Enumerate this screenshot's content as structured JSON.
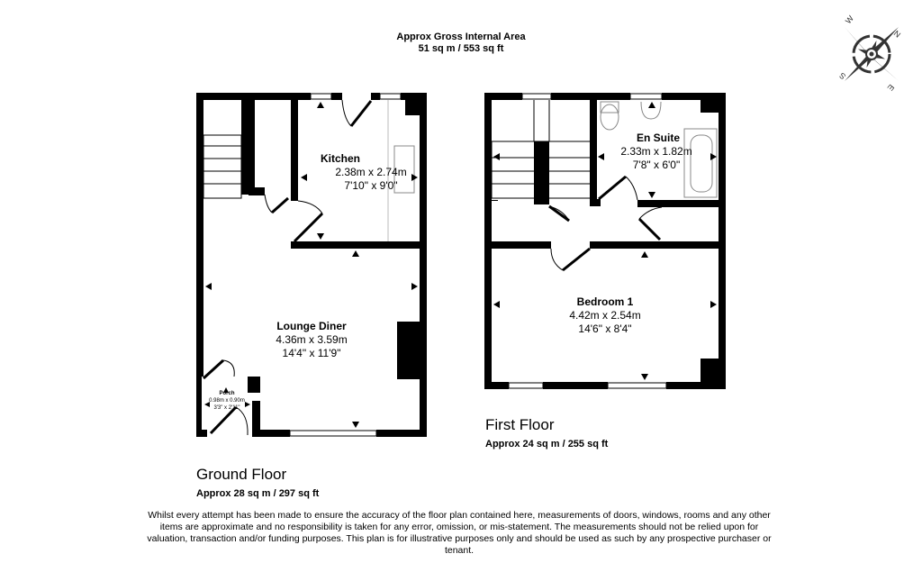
{
  "header": {
    "title": "Approx Gross Internal Area",
    "area": "51 sq m / 553 sq ft"
  },
  "compass": {
    "icon": "compass-rose-icon",
    "labels": {
      "n": "N",
      "e": "E",
      "s": "S",
      "w": "W"
    }
  },
  "ground_floor": {
    "name": "Ground Floor",
    "area": "Approx 28 sq m / 297 sq ft",
    "rooms": [
      {
        "name": "Kitchen",
        "metric": "2.38m x 2.74m",
        "imperial": "7'10\" x 9'0\""
      },
      {
        "name": "Lounge Diner",
        "metric": "4.36m x 3.59m",
        "imperial": "14'4\" x 11'9\""
      },
      {
        "name": "Porch",
        "metric": "0.98m x 0.90m",
        "imperial": "3'3\" x 2'11\""
      }
    ]
  },
  "first_floor": {
    "name": "First Floor",
    "area": "Approx 24 sq m / 255 sq ft",
    "rooms": [
      {
        "name": "En Suite",
        "metric": "2.33m x 1.82m",
        "imperial": "7'8\" x 6'0\""
      },
      {
        "name": "Bedroom 1",
        "metric": "4.42m x 2.54m",
        "imperial": "14'6\" x 8'4\""
      }
    ]
  },
  "disclaimer": "Whilst every attempt has been made to ensure the accuracy of the floor plan contained here, measurements of doors, windows, rooms and any other items are approximate and no responsibility is taken for any error, omission, or mis-statement. The measurements should not be relied upon for valuation, transaction and/or funding purposes. This plan is for illustrative purposes only and should be used as such by any prospective purchaser or tenant."
}
